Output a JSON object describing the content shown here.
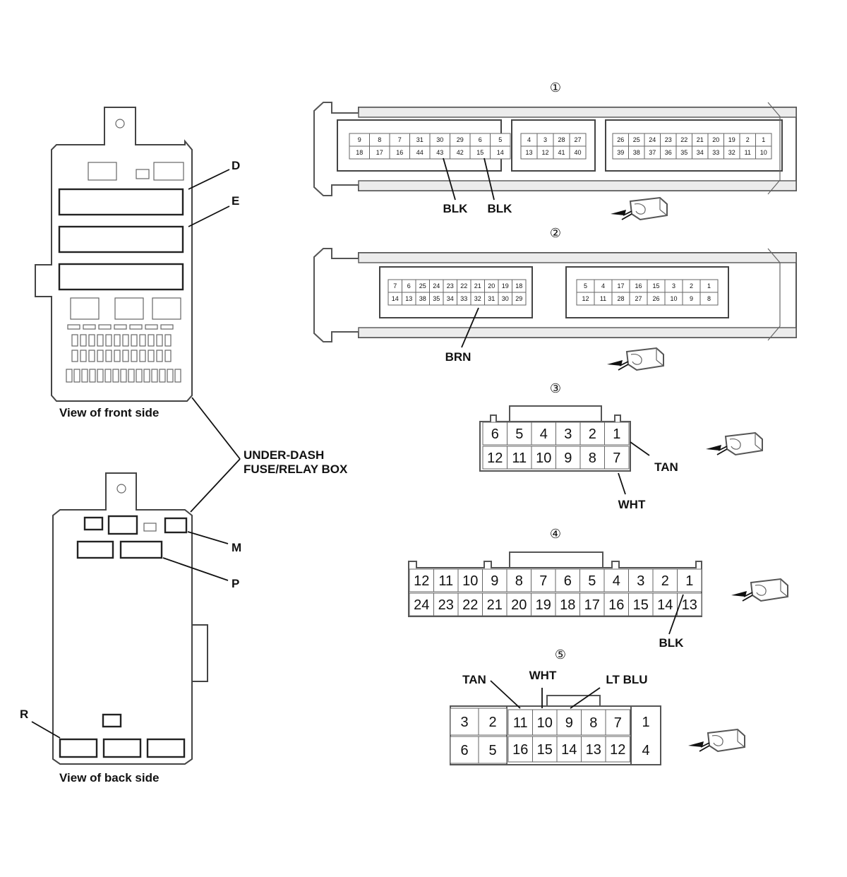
{
  "figure": {
    "leader_colors": {
      "line": "#111111",
      "outline": "#444444",
      "band": "#ececec"
    },
    "fuse_box": {
      "front_label": "View of front side",
      "back_label": "View of back side",
      "box_label_line1": "UNDER-DASH",
      "box_label_line2": "FUSE/RELAY BOX",
      "callouts": {
        "d": "D",
        "e": "E",
        "m": "M",
        "p": "P",
        "r": "R"
      }
    },
    "connectors": {
      "c1": {
        "number": "①",
        "wires": [
          "BLK",
          "BLK"
        ],
        "groupA_top": [
          "9",
          "8",
          "7",
          "31",
          "30",
          "29",
          "6",
          "5"
        ],
        "groupA_bottom": [
          "18",
          "17",
          "16",
          "44",
          "43",
          "42",
          "15",
          "14"
        ],
        "groupB_top": [
          "4",
          "3",
          "28",
          "27"
        ],
        "groupB_bottom": [
          "13",
          "12",
          "41",
          "40"
        ],
        "groupC_top": [
          "26",
          "25",
          "24",
          "23",
          "22",
          "21",
          "20",
          "19",
          "2",
          "1"
        ],
        "groupC_bottom": [
          "39",
          "38",
          "37",
          "36",
          "35",
          "34",
          "33",
          "32",
          "11",
          "10"
        ]
      },
      "c2": {
        "number": "②",
        "wires": [
          "BRN"
        ],
        "groupA_top": [
          "7",
          "6",
          "25",
          "24",
          "23",
          "22",
          "21",
          "20",
          "19",
          "18"
        ],
        "groupA_bottom": [
          "14",
          "13",
          "38",
          "35",
          "34",
          "33",
          "32",
          "31",
          "30",
          "29"
        ],
        "groupB_top": [
          "5",
          "4",
          "17",
          "16",
          "15",
          "3",
          "2",
          "1"
        ],
        "groupB_bottom": [
          "12",
          "11",
          "28",
          "27",
          "26",
          "10",
          "9",
          "8"
        ]
      },
      "c3": {
        "number": "③",
        "wires": [
          "TAN",
          "WHT"
        ],
        "top": [
          "6",
          "5",
          "4",
          "3",
          "2",
          "1"
        ],
        "bottom": [
          "12",
          "11",
          "10",
          "9",
          "8",
          "7"
        ]
      },
      "c4": {
        "number": "④",
        "wires": [
          "BLK"
        ],
        "top": [
          "12",
          "11",
          "10",
          "9",
          "8",
          "7",
          "6",
          "5",
          "4",
          "3",
          "2",
          "1"
        ],
        "bottom": [
          "24",
          "23",
          "22",
          "21",
          "20",
          "19",
          "18",
          "17",
          "16",
          "15",
          "14",
          "13"
        ]
      },
      "c5": {
        "number": "⑤",
        "wires": [
          "TAN",
          "WHT",
          "LT BLU"
        ],
        "left_top": [
          "3",
          "2"
        ],
        "left_bottom": [
          "6",
          "5"
        ],
        "mid_top": [
          "11",
          "10",
          "9",
          "8",
          "7"
        ],
        "mid_bottom": [
          "16",
          "15",
          "14",
          "13",
          "12"
        ],
        "right_top": [
          "1"
        ],
        "right_bottom": [
          "4"
        ]
      }
    }
  }
}
